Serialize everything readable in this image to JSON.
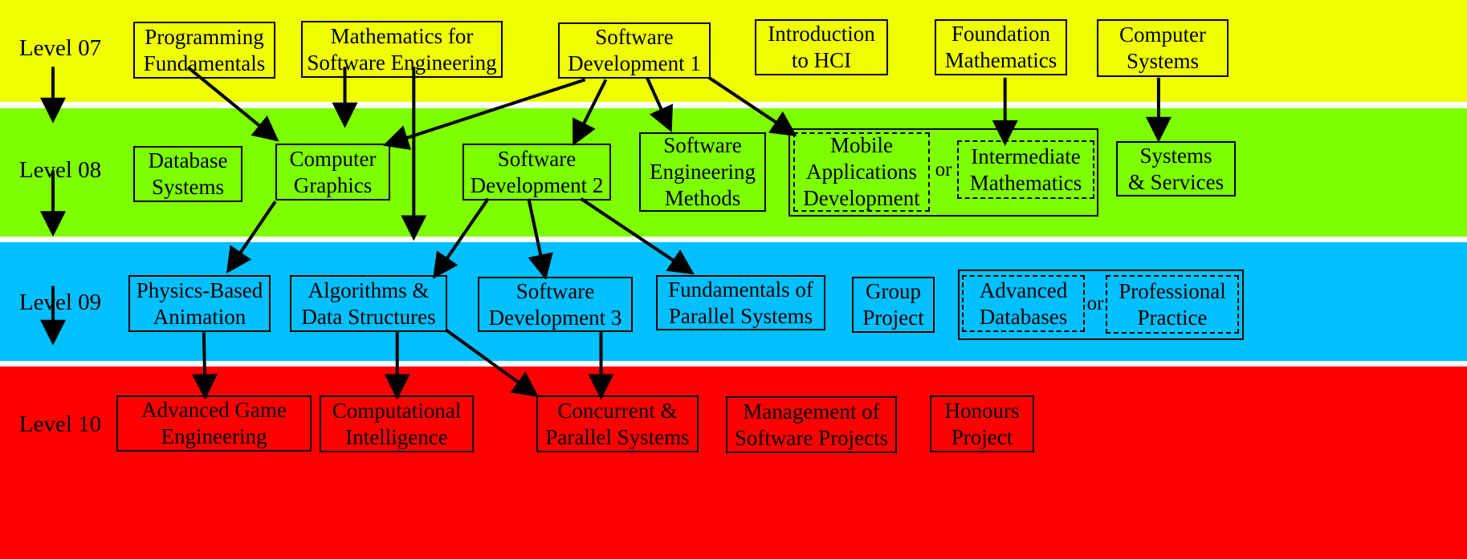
{
  "colors": {
    "level07": "#f0ff00",
    "level08": "#7dff00",
    "level09": "#00c0ff",
    "level10": "#ff0000"
  },
  "levels": {
    "l07": "Level 07",
    "l08": "Level 08",
    "l09": "Level 09",
    "l10": "Level 10"
  },
  "modules": {
    "prog_fund": [
      "Programming",
      "Fundamentals"
    ],
    "math_se": [
      "Mathematics for",
      "Software Engineering"
    ],
    "sd1": [
      "Software",
      "Development 1"
    ],
    "intro_hci": [
      "Introduction",
      "to HCI"
    ],
    "found_math": [
      "Foundation",
      "Mathematics"
    ],
    "comp_sys": [
      "Computer",
      "Systems"
    ],
    "db_sys": [
      "Database",
      "Systems"
    ],
    "comp_graph": [
      "Computer",
      "Graphics"
    ],
    "sd2": [
      "Software",
      "Development 2"
    ],
    "se_methods": [
      "Software",
      "Engineering",
      "Methods"
    ],
    "mobile_app": [
      "Mobile",
      "Applications",
      "Development"
    ],
    "inter_math": [
      "Intermediate",
      "Mathematics"
    ],
    "sys_serv": [
      "Systems",
      "& Services"
    ],
    "phys_anim": [
      "Physics-Based",
      "Animation"
    ],
    "algo_ds": [
      "Algorithms &",
      "Data Structures"
    ],
    "sd3": [
      "Software",
      "Development 3"
    ],
    "fund_par": [
      "Fundamentals of",
      "Parallel Systems"
    ],
    "group_proj": [
      "Group",
      "Project"
    ],
    "adv_db": [
      "Advanced",
      "Databases"
    ],
    "prof_prac": [
      "Professional",
      "Practice"
    ],
    "adv_game": [
      "Advanced Game",
      "Engineering"
    ],
    "comp_intel": [
      "Computational",
      "Intelligence"
    ],
    "conc_par": [
      "Concurrent &",
      "Parallel Systems"
    ],
    "mgmt_sw": [
      "Management of",
      "Software Projects"
    ],
    "honours": [
      "Honours",
      "Project"
    ]
  },
  "connectors": {
    "or1": "or",
    "or2": "or"
  }
}
